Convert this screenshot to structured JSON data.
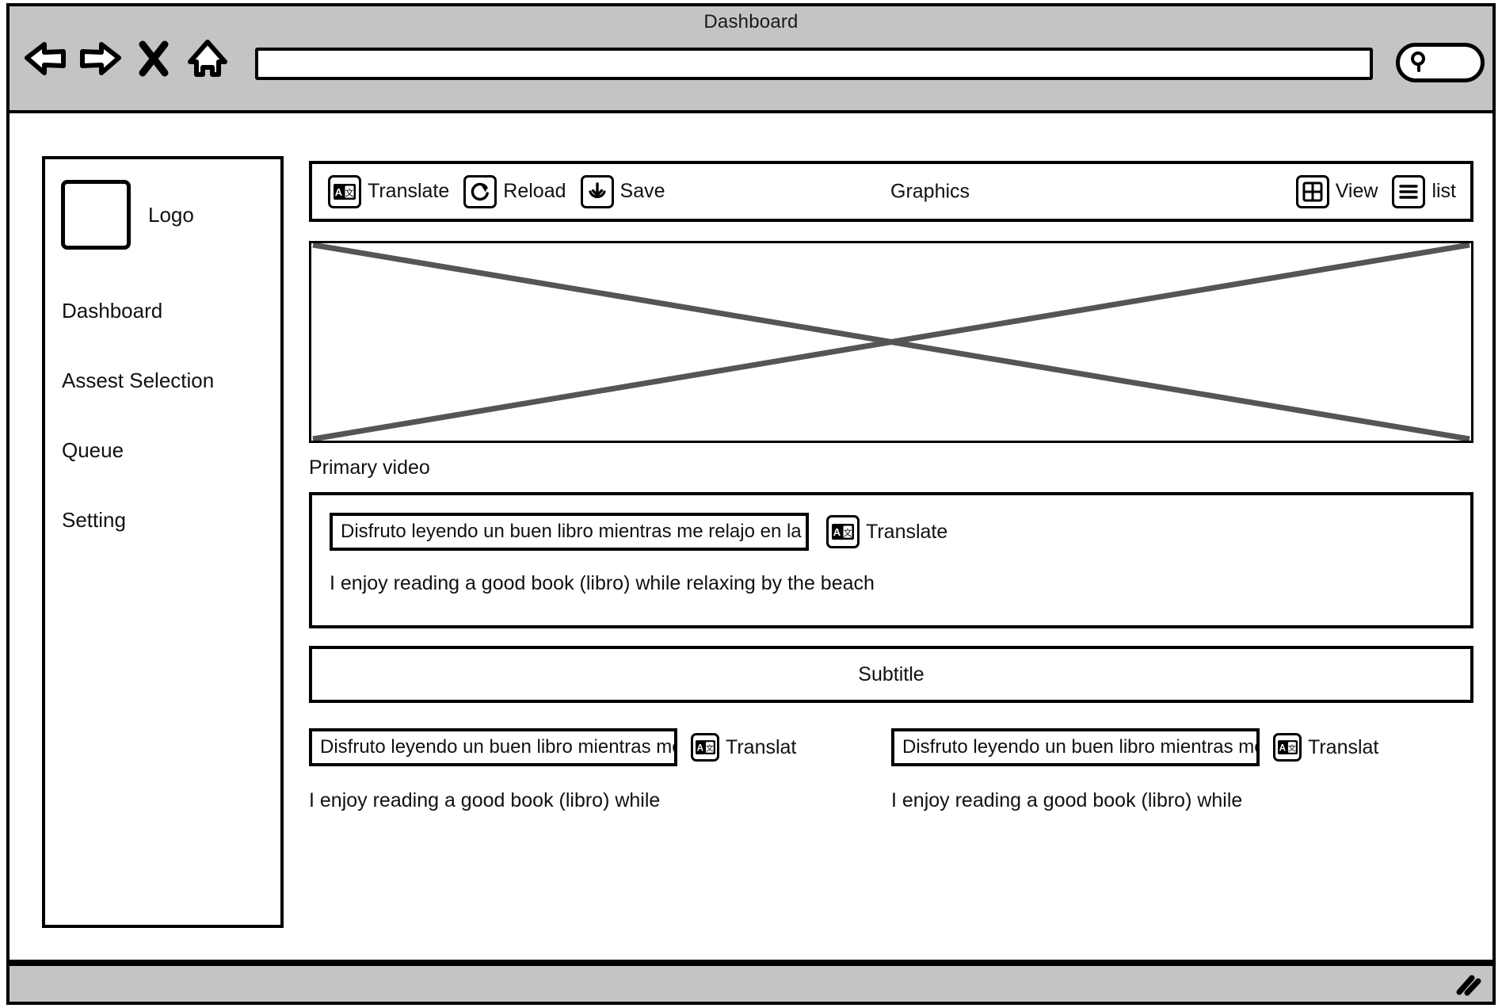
{
  "browser": {
    "title": "Dashboard",
    "url_value": "",
    "url_placeholder": "",
    "search_value": "",
    "nav_icons": [
      {
        "name": "back-icon",
        "label": "Back"
      },
      {
        "name": "forward-icon",
        "label": "Forward"
      },
      {
        "name": "stop-icon",
        "label": "Stop"
      },
      {
        "name": "home-icon",
        "label": "Home"
      }
    ],
    "search_icon": "search-icon"
  },
  "sidebar": {
    "logo_label": "Logo",
    "items": [
      {
        "label": "Dashboard"
      },
      {
        "label": "Assest Selection"
      },
      {
        "label": "Queue"
      },
      {
        "label": "Setting"
      }
    ]
  },
  "toolbar": {
    "translate_label": "Translate",
    "reload_label": "Reload",
    "save_label": "Save",
    "center_label": "Graphics",
    "view_label": "View",
    "list_label": "list",
    "icons": {
      "translate": "translate-icon",
      "reload": "reload-icon",
      "save": "save-icon",
      "view": "grid-view-icon",
      "list": "hamburger-list-icon"
    }
  },
  "main": {
    "video_placeholder_caption": "Primary video",
    "primary": {
      "source_text": "Disfruto leyendo un buen libro mientras me relajo en la playa.",
      "translate_button_label": "Translate",
      "translated_text": "I enjoy reading a good book (libro) while relaxing by the beach"
    },
    "subtitle_label": "Subtitle",
    "segments": [
      {
        "source_text": "Disfruto leyendo un buen libro mientras me r",
        "translate_button_label": "Translat",
        "translated_text": "I enjoy reading a good book (libro) while"
      },
      {
        "source_text": "Disfruto leyendo un buen libro mientras me r",
        "translate_button_label": "Translat",
        "translated_text": "I enjoy reading a good book (libro) while"
      }
    ]
  },
  "status_bar": {
    "resize_grip_icon": "resize-grip-icon"
  },
  "colors": {
    "chrome_gray": "#c4c4c4",
    "ink": "#000000",
    "placeholder_line": "#555555",
    "page_bg": "#ffffff"
  }
}
